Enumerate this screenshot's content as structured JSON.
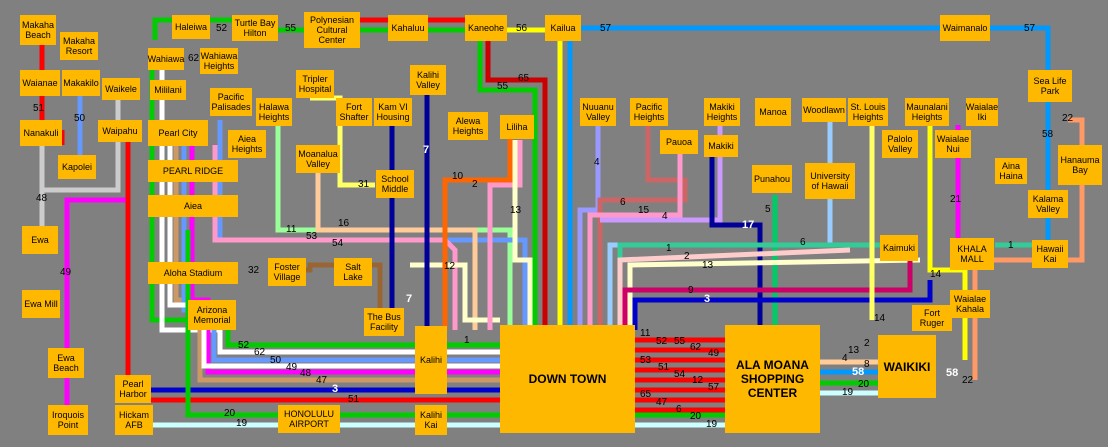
{
  "stops": {
    "makaha_beach": "Makaha Beach",
    "makaha_resort": "Makaha Resort",
    "waianae": "Waianae",
    "makakilo": "Makakilo",
    "nanakuli": "Nanakuli",
    "kapolei": "Kapolei",
    "waikele": "Waikele",
    "waipahu": "Waipahu",
    "ewa": "Ewa",
    "ewa_mill": "Ewa Mill",
    "ewa_beach": "Ewa Beach",
    "iroquois_point": "Iroquois Point",
    "haleiwa": "Haleiwa",
    "wahiawa": "Wahiawa",
    "wahiawa_heights": "Wahiawa Heights",
    "mililani": "Mililani",
    "pearl_city": "Pearl City",
    "pearl_ridge": "PEARL RIDGE",
    "aiea": "Aiea",
    "aiea_heights": "Aiea Heights",
    "pacific_palisades": "Pacific Palisades",
    "halawa_heights": "Halawa Heights",
    "aloha_stadium": "Aloha Stadium",
    "foster_village": "Foster Village",
    "arizona_memorial": "Arizona Memorial",
    "pearl_harbor": "Pearl Harbor",
    "hickam_afb": "Hickam AFB",
    "honolulu_airport": "HONOLULU AIRPORT",
    "turtle_bay_hilton": "Turtle Bay Hilton",
    "polynesian_cultural_center": "Polynesian Cultural Center",
    "kahaluu": "Kahaluu",
    "kaneohe": "Kaneohe",
    "kailua": "Kailua",
    "waimanalo": "Waimanalo",
    "sea_life_park": "Sea Life Park",
    "hanauma_bay": "Hanauma Bay",
    "kalama_valley": "Kalama Valley",
    "hawaii_kai": "Hawaii Kai",
    "aina_haina": "Aina Haina",
    "tripler_hospital": "Tripler Hospital",
    "fort_shafter": "Fort Shafter",
    "kam_vi_housing": "Kam VI Housing",
    "kalihi_valley": "Kalihi Valley",
    "moanalua_valley": "Moanalua Valley",
    "school_middle": "School Middle",
    "salt_lake": "Salt Lake",
    "the_bus_facility": "The Bus Facility",
    "kalihi": "Kalihi",
    "kalihi_kai": "Kalihi Kai",
    "alewa_heights": "Alewa Heights",
    "liliha": "Liliha",
    "nuuanu_valley": "Nuuanu Valley",
    "pacific_heights": "Pacific Heights",
    "pauoa": "Pauoa",
    "makiki_heights": "Makiki Heights",
    "makiki": "Makiki",
    "manoa": "Manoa",
    "punahou": "Punahou",
    "woodlawn": "Woodlawn",
    "university_of_hawaii": "University of Hawaii",
    "st_louis_heights": "St. Louis Heights",
    "palolo_valley": "Palolo Valley",
    "maunalani_heights": "Maunalani Heights",
    "waialae_nui": "Waialae Nui",
    "waialae_iki": "Waialae Iki",
    "kaimuki": "Kaimuki",
    "khala_mall": "KHALA MALL",
    "fort_ruger": "Fort Ruger",
    "waialae_kahala": "Waialae Kahala",
    "waikiki": "WAIKIKI",
    "down_town": "DOWN TOWN",
    "ala_moana": "ALA MOANA SHOPPING CENTER"
  },
  "route_colors": {
    "r1": "#00CC66",
    "r2": "#FF99CC",
    "r3": "#0000CC",
    "r4": "#9999FF",
    "r5": "#FF0000",
    "r6": "#CC9966",
    "r7": "#000099",
    "r8": "#FFCC99",
    "r9": "#CC0066",
    "r10": "#FF6600",
    "r11": "#99FF99",
    "r13": "#FFFF66",
    "r16": "#FFCC99",
    "r17": "#000099",
    "r19": "#CCFFFF",
    "r20": "#00CC00",
    "r22": "#FF9966",
    "r40": "#CCCCCC",
    "r49": "#FF00FF",
    "r50": "#6699FF",
    "r52": "#FF0000",
    "r54": "#FF99CC",
    "r55": "#CC0000",
    "r56": "#FFFF00",
    "r57": "#0099FF",
    "r58": "#0099FF",
    "r62": "#FFFFFF",
    "r65": "#00CC00"
  },
  "route_labels": {
    "l51a": "51",
    "l50a": "50",
    "l52a": "52",
    "l55a": "55",
    "l62a": "62",
    "l56a": "56",
    "l57a": "57",
    "l57b": "57",
    "l65a": "65",
    "l55b": "55",
    "l58a": "58",
    "l22a": "22",
    "l48a": "48",
    "l49a": "49",
    "l7a": "7",
    "l4a": "4",
    "l31a": "31",
    "l10a": "10",
    "l2a": "2",
    "l13a": "13",
    "l6a": "6",
    "l15a": "15",
    "l4b": "4",
    "l5a": "5",
    "l17a": "17",
    "l21a": "21",
    "l11a": "11",
    "l53a": "53",
    "l54a": "54",
    "l16a": "16",
    "l32a": "32",
    "l12a": "12",
    "l1a": "1",
    "l2b": "2",
    "l13b": "13",
    "l9a": "9",
    "l3a": "3",
    "l6b": "6",
    "l1b": "1",
    "l14a": "14",
    "l14b": "14",
    "l7b": "7",
    "l52b": "52",
    "l62b": "62",
    "l50b": "50",
    "l49b": "49",
    "l48b": "48",
    "l47a": "47",
    "l3b": "3",
    "l51b": "51",
    "l20a": "20",
    "l19a": "19",
    "l11b": "11",
    "l52c": "52",
    "l55c": "55",
    "l62c": "62",
    "l49c": "49",
    "l53b": "53",
    "l51c": "51",
    "l54b": "54",
    "l12b": "12",
    "l57c": "57",
    "l65b": "65",
    "l47b": "47",
    "l6c": "6",
    "l20b": "20",
    "l19b": "19",
    "l2c": "2",
    "l13c": "13",
    "l4c": "4",
    "l8a": "8",
    "l58b": "58",
    "l20c": "20",
    "l19c": "19",
    "l58c": "58",
    "l22b": "22",
    "l1c": "1"
  }
}
